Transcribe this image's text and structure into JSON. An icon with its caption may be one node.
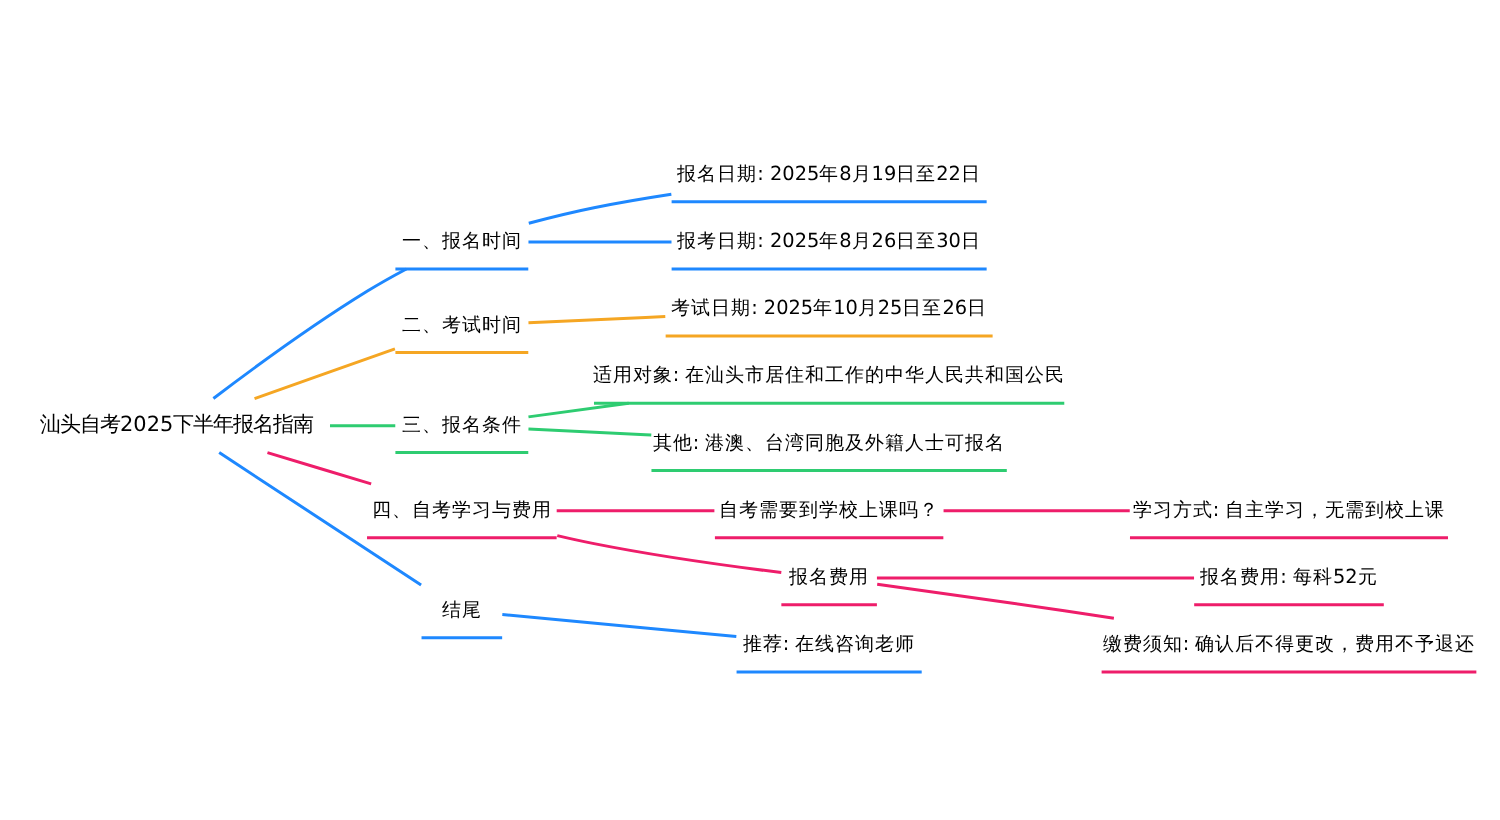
{
  "diagram": {
    "nodes": [
      {
        "text": [
          "汕头自考2025下半年报名指南"
        ]
      },
      {
        "text": [
          "一、报名时间"
        ]
      },
      {
        "text": [
          "报名日期: 2025年8月19日至22日"
        ]
      },
      {
        "text": [
          "报考日期: 2025年8月26日至30日"
        ]
      },
      {
        "text": [
          "二、考试时间"
        ]
      },
      {
        "text": [
          "考试日期: 2025年10月25日至26日"
        ]
      },
      {
        "text": [
          "三、报名条件"
        ]
      },
      {
        "text": [
          "适用对象: 在汕头市居住和工作的中华人民共和国公民"
        ]
      },
      {
        "text": [
          "其他: 港澳、台湾同胞及外籍人士可报名"
        ]
      },
      {
        "text": [
          "四、自考学习与费用"
        ]
      },
      {
        "text": [
          "自考需要到学校上课吗？"
        ]
      },
      {
        "text": [
          "学习方式: 自主学习，无需到校上课"
        ]
      },
      {
        "text": [
          "报名费用"
        ]
      },
      {
        "text": [
          "报名费用: 每科52元"
        ]
      },
      {
        "text": [
          "缴费须知: 确认后不得更改，费用不予退还"
        ]
      },
      {
        "text": [
          "结尾"
        ]
      },
      {
        "text": [
          "推荐: 在线咨询老师"
        ]
      }
    ],
    "edges": [
      {
        "from": 0,
        "to": 1,
        "arrow": "none",
        "color": "#1e88ff"
      },
      {
        "from": 1,
        "to": 2,
        "arrow": "none",
        "color": "#1e88ff"
      },
      {
        "from": 1,
        "to": 3,
        "arrow": "none",
        "color": "#1e88ff"
      },
      {
        "from": 0,
        "to": 4,
        "arrow": "none",
        "color": "#f5a623"
      },
      {
        "from": 4,
        "to": 5,
        "arrow": "none",
        "color": "#f5a623"
      },
      {
        "from": 0,
        "to": 6,
        "arrow": "none",
        "color": "#2ecc71"
      },
      {
        "from": 6,
        "to": 7,
        "arrow": "none",
        "color": "#2ecc71"
      },
      {
        "from": 6,
        "to": 8,
        "arrow": "none",
        "color": "#2ecc71"
      },
      {
        "from": 0,
        "to": 9,
        "arrow": "none",
        "color": "#ee1d6a"
      },
      {
        "from": 9,
        "to": 10,
        "arrow": "none",
        "color": "#ee1d6a"
      },
      {
        "from": 10,
        "to": 11,
        "arrow": "none",
        "color": "#ee1d6a"
      },
      {
        "from": 9,
        "to": 12,
        "arrow": "none",
        "color": "#ee1d6a"
      },
      {
        "from": 12,
        "to": 13,
        "arrow": "none",
        "color": "#ee1d6a"
      },
      {
        "from": 12,
        "to": 14,
        "arrow": "none",
        "color": "#ee1d6a"
      },
      {
        "from": 0,
        "to": 15,
        "arrow": "none",
        "color": "#1e88ff"
      },
      {
        "from": 15,
        "to": 16,
        "arrow": "none",
        "color": "#1e88ff"
      }
    ]
  }
}
